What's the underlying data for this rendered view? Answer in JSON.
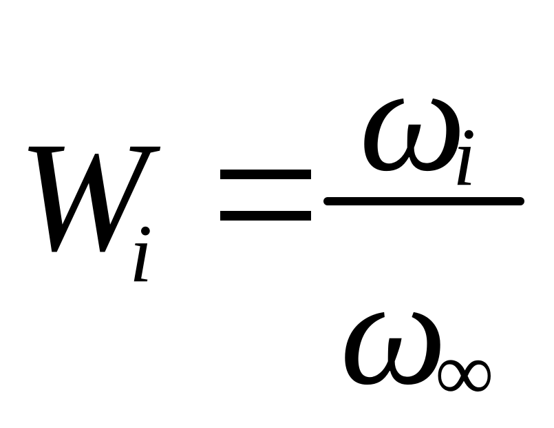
{
  "formula": {
    "lhs": {
      "symbol": "W",
      "subscript": "i"
    },
    "relation": "=",
    "numerator": {
      "symbol": "ω",
      "subscript": "i"
    },
    "denominator": {
      "symbol": "ω",
      "subscript": "∞"
    }
  },
  "colors": {
    "ink": "#000000",
    "background": "#ffffff"
  }
}
